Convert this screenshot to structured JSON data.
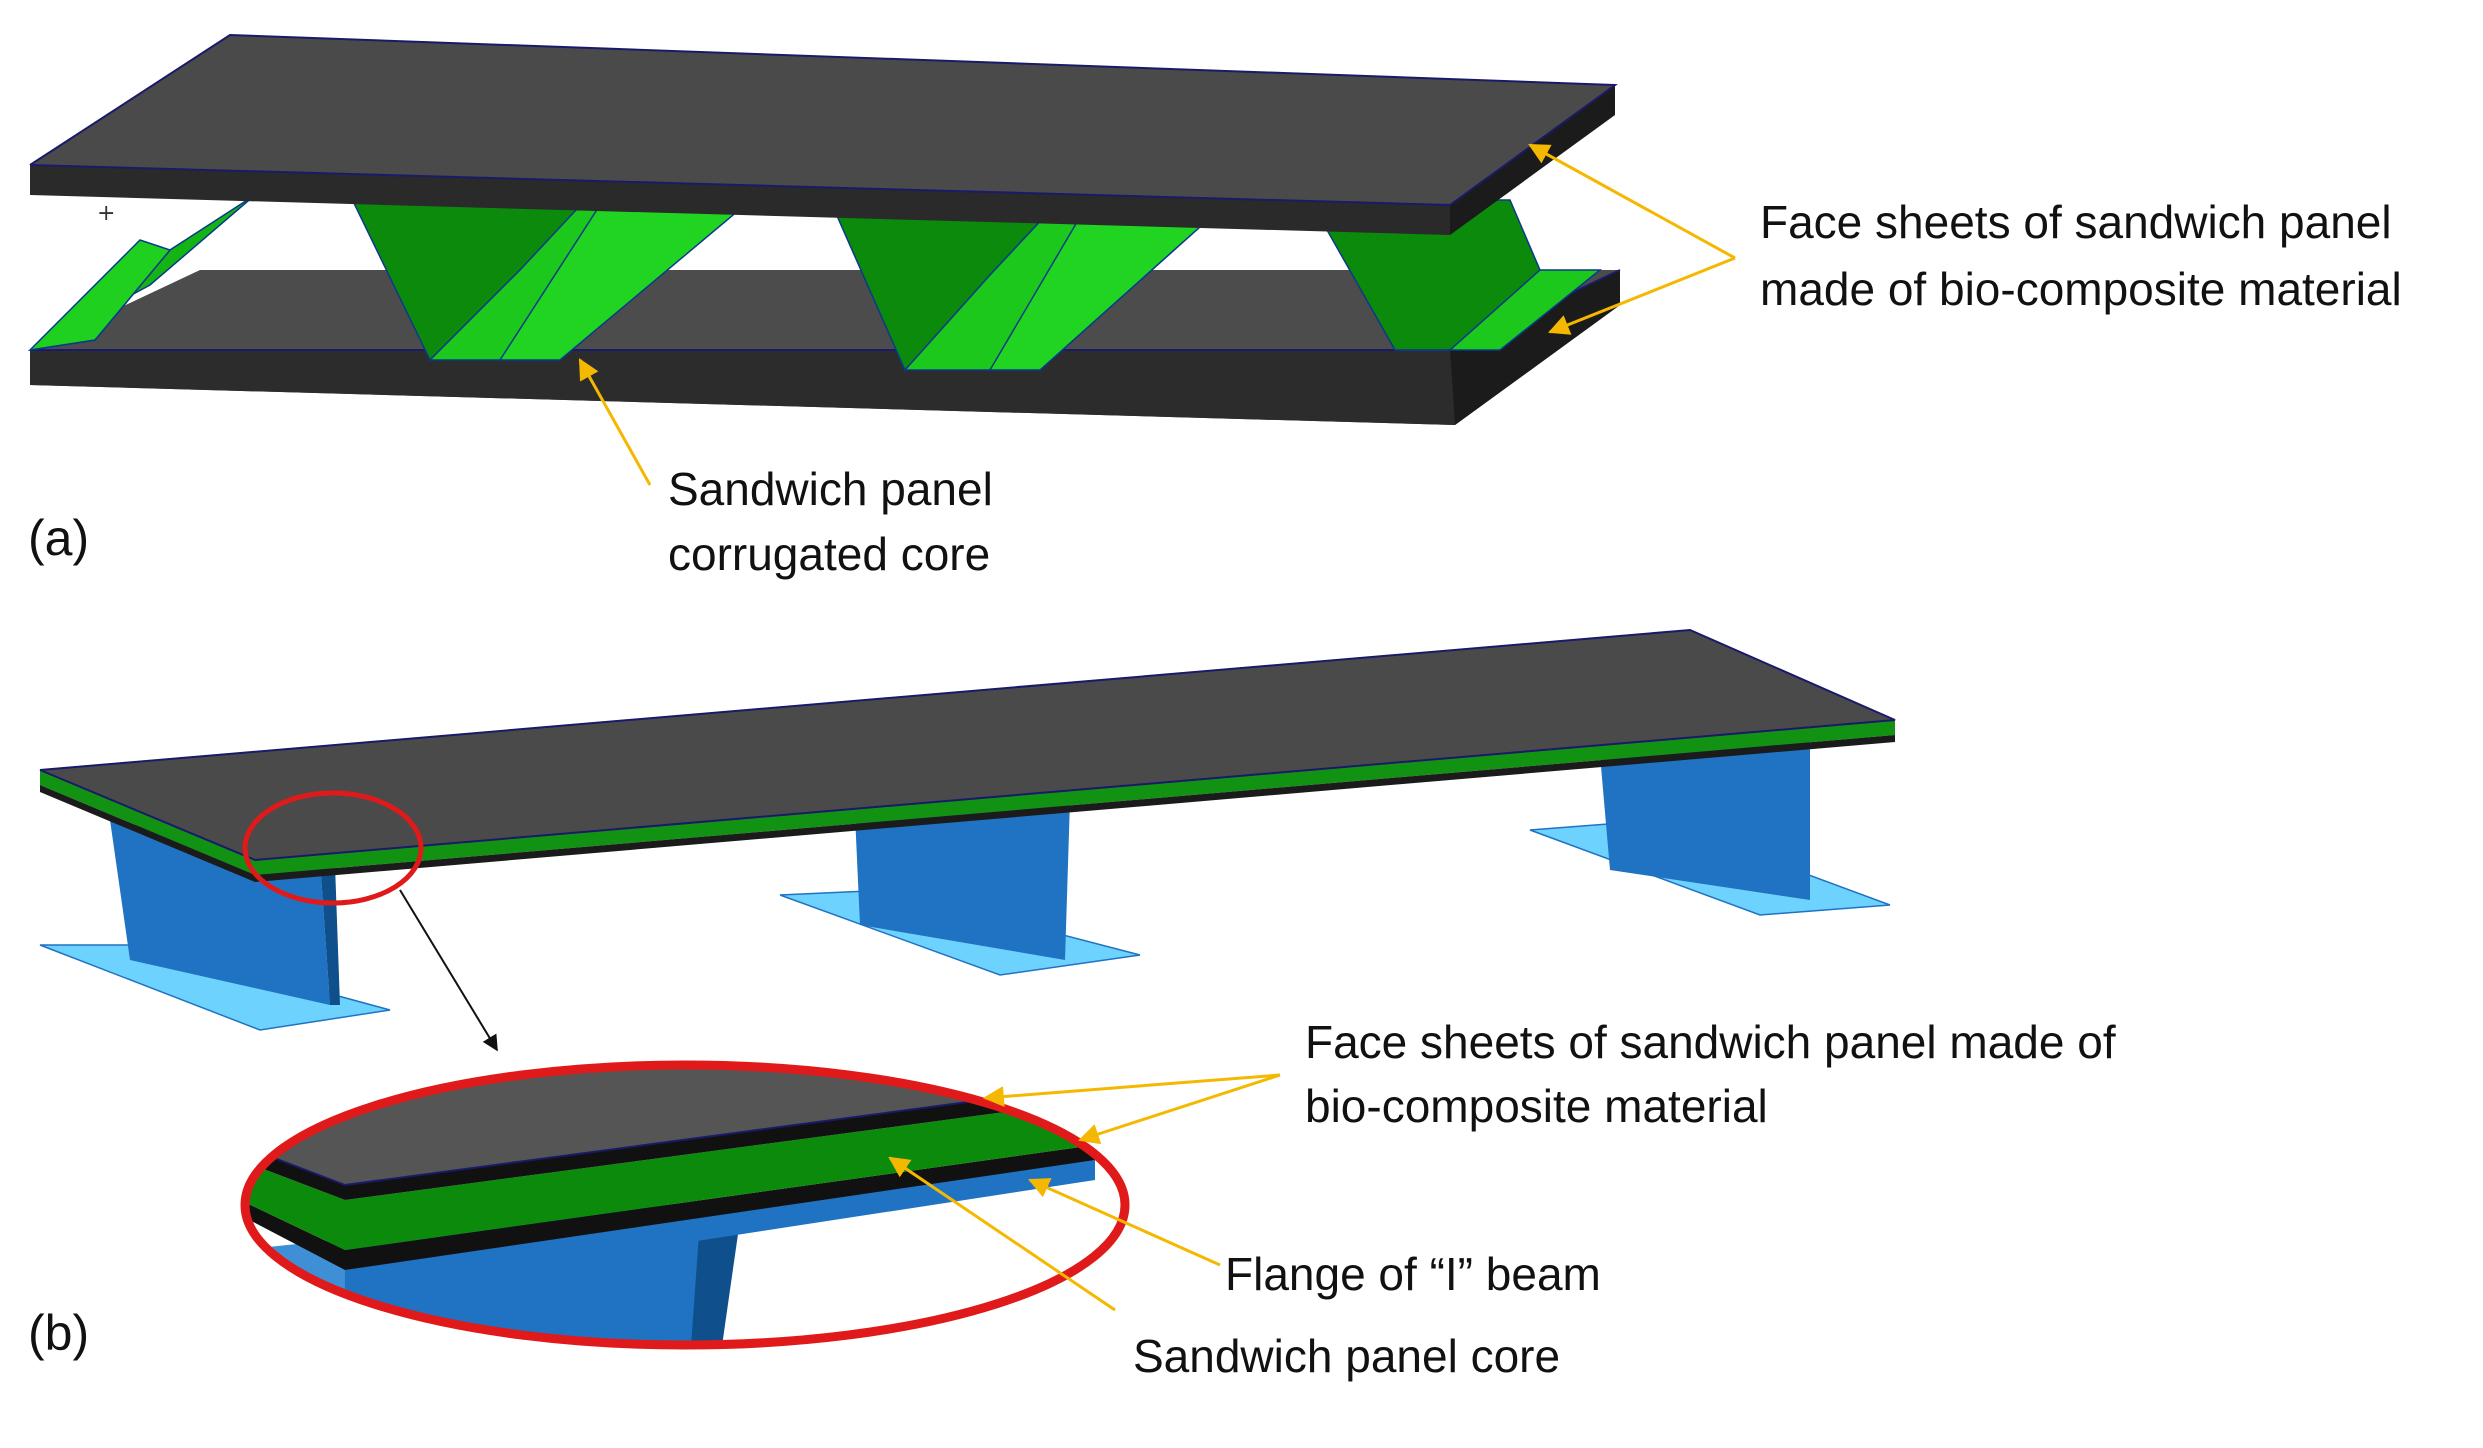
{
  "panels": {
    "a": {
      "label": "(a)"
    },
    "b": {
      "label": "(b)"
    }
  },
  "annotations": {
    "a_face_sheets": [
      "Face sheets of sandwich panel",
      "made of bio-composite material"
    ],
    "a_core": [
      "Sandwich panel",
      "corrugated core"
    ],
    "b_face_sheets": [
      "Face sheets of sandwich panel made of",
      "bio-composite material"
    ],
    "b_flange": "Flange of “I” beam",
    "b_core": "Sandwich panel core"
  },
  "colors": {
    "face_sheet": "#4a4a4a",
    "face_sheet_dark": "#262626",
    "core_green": "#18c418",
    "core_green_dark": "#0c7a0c",
    "beam_blue": "#1f73c2",
    "beam_light": "#6ed2ff",
    "callout_arrow": "#f5b800",
    "detail_circle": "#e01a1a"
  }
}
